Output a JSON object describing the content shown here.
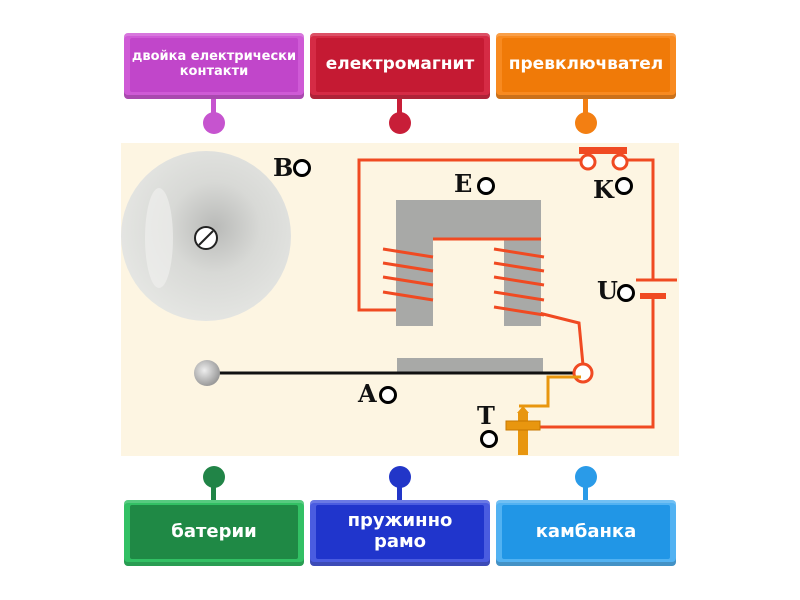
{
  "labels": {
    "top": [
      {
        "id": "contacts",
        "text": "двойка електрически контакти",
        "color": "#c746cf",
        "inner": "#bf3fc8",
        "dot": "#c654cf"
      },
      {
        "id": "electromagnet",
        "text": "електромагнит",
        "color": "#cc1d38",
        "inner": "#c51a33",
        "dot": "#c81e38"
      },
      {
        "id": "switch",
        "text": "превключвател",
        "color": "#f5800f",
        "inner": "#f07a08",
        "dot": "#f37f12"
      }
    ],
    "bottom": [
      {
        "id": "battery",
        "text": "батерии",
        "color": "#2eb45a",
        "inner": "#1f8945",
        "dot": "#218447"
      },
      {
        "id": "spring-arm",
        "text": "пружинно рамо",
        "color": "#3c4ed8",
        "inner": "#2035cc",
        "dot": "#2236c8"
      },
      {
        "id": "bell",
        "text": "камбанка",
        "color": "#3fa7ee",
        "inner": "#2196e6",
        "dot": "#2a9be8"
      }
    ]
  },
  "diagram": {
    "markers": [
      "B",
      "E",
      "K",
      "U",
      "A",
      "T"
    ],
    "wire_color": "#f04a22",
    "core_color": "#a8a9a7",
    "brass_color": "#e8960f"
  }
}
